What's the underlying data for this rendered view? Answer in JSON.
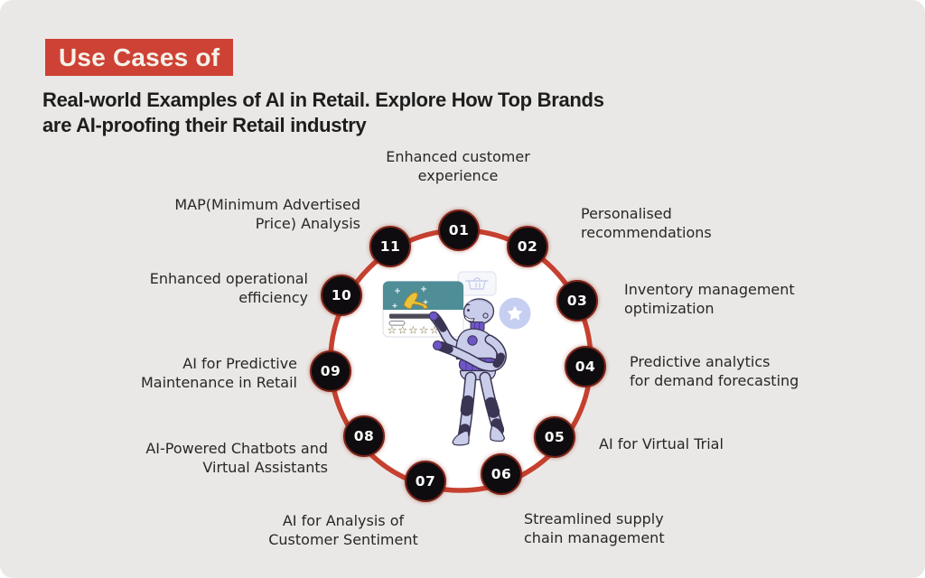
{
  "slide": {
    "badge": "Use Cases of",
    "heading": "Real-world Examples of AI in Retail. Explore How Top Brands\nare AI-proofing their Retail industry"
  },
  "colors": {
    "background": "#eae8e6",
    "badge_bg": "#cd4234",
    "ring_red": "#c6402f",
    "node_black": "#0e0c0f",
    "label_text": "#272727",
    "robot_body": "#c9cdea",
    "robot_purple": "#6e56c8",
    "card_teal": "#4f8d97",
    "shoe_gold": "#ecc23b",
    "badge_circle_blue": "#c6cef2"
  },
  "diagram": {
    "card": {
      "stars": "☆☆☆☆☆"
    },
    "icons": [
      "robot-illustration",
      "product-card",
      "high-heel-shoe-icon",
      "rating-stars-icon",
      "shopping-basket-icon",
      "star-badge-icon"
    ],
    "items": [
      {
        "num": "01",
        "label": "Enhanced customer\nexperience"
      },
      {
        "num": "02",
        "label": "Personalised\nrecommendations"
      },
      {
        "num": "03",
        "label": "Inventory management\noptimization"
      },
      {
        "num": "04",
        "label": "Predictive analytics\nfor demand forecasting"
      },
      {
        "num": "05",
        "label": "AI for Virtual Trial"
      },
      {
        "num": "06",
        "label": "Streamlined supply\nchain management"
      },
      {
        "num": "07",
        "label": "AI for Analysis of\nCustomer Sentiment"
      },
      {
        "num": "08",
        "label": "AI-Powered Chatbots and\nVirtual Assistants"
      },
      {
        "num": "09",
        "label": "AI for Predictive\nMaintenance in Retail"
      },
      {
        "num": "10",
        "label": "Enhanced operational\nefficiency"
      },
      {
        "num": "11",
        "label": "MAP(Minimum Advertised\nPrice) Analysis"
      }
    ]
  }
}
